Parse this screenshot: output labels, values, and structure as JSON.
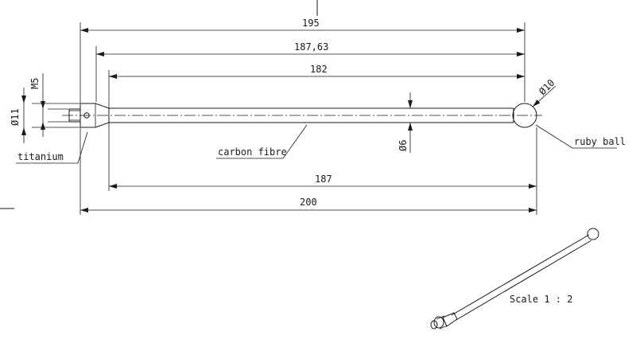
{
  "dimensions": {
    "d195": "195",
    "d18763": "187,63",
    "d182": "182",
    "d187": "187",
    "d200": "200",
    "dia11": "Ø11",
    "m5": "M5",
    "dia6": "Ø6",
    "dia10": "Ø10"
  },
  "labels": {
    "titanium": "titanium",
    "carbon_fibre": "carbon fibre",
    "ruby_ball": "ruby ball",
    "scale": "Scale 1 : 2"
  }
}
